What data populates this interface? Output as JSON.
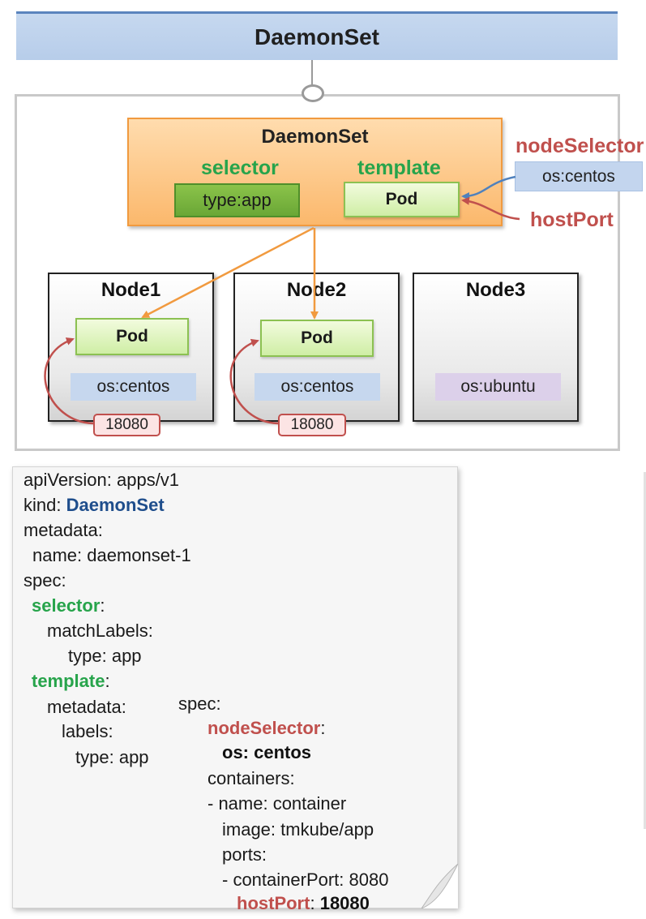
{
  "header": {
    "title": "DaemonSet"
  },
  "daemonset": {
    "title": "DaemonSet",
    "selector_label": "selector",
    "template_label": "template",
    "selector_value": "type:app",
    "template_pod": "Pod"
  },
  "side": {
    "node_selector_label": "nodeSelector",
    "node_selector_value": "os:centos",
    "host_port_label": "hostPort"
  },
  "nodes": [
    {
      "title": "Node1",
      "pod": "Pod",
      "os": "os:centos",
      "port": "18080"
    },
    {
      "title": "Node2",
      "pod": "Pod",
      "os": "os:centos",
      "port": "18080"
    },
    {
      "title": "Node3",
      "os": "os:ubuntu"
    }
  ],
  "colors": {
    "header": "#c6d8ef",
    "daemonset_box": "#fbb86c",
    "selector_green": "#27a44b",
    "accent_red": "#c0504d",
    "arrow_orange": "#f19a3f",
    "arrow_blue": "#4f81bd",
    "os_ubuntu": "#dcd0ea"
  },
  "yaml": {
    "api_version_key": "apiVersion:",
    "api_version_value": "apps/v1",
    "kind_key": "kind:",
    "kind_value": "DaemonSet",
    "metadata_key": "metadata:",
    "name_key": "name:",
    "name_value": "daemonset-1",
    "spec_key": "spec:",
    "selector_key": "selector",
    "colon": ":",
    "match_labels_key": "matchLabels:",
    "type_key": "type:",
    "type_value": "app",
    "template_key": "template",
    "metadata2_key": "metadata:",
    "labels_key": "labels:",
    "type2_key": "type:",
    "type2_value": "app",
    "spec2_key": "spec:",
    "node_selector_key": "nodeSelector",
    "os_line": "os: centos",
    "containers_key": "containers:",
    "container_name_line": "- name: container",
    "image_line": "image: tmkube/app",
    "ports_key": "ports:",
    "container_port_line": "- containerPort: 8080",
    "host_port_key": "hostPort",
    "host_port_value": "18080"
  }
}
